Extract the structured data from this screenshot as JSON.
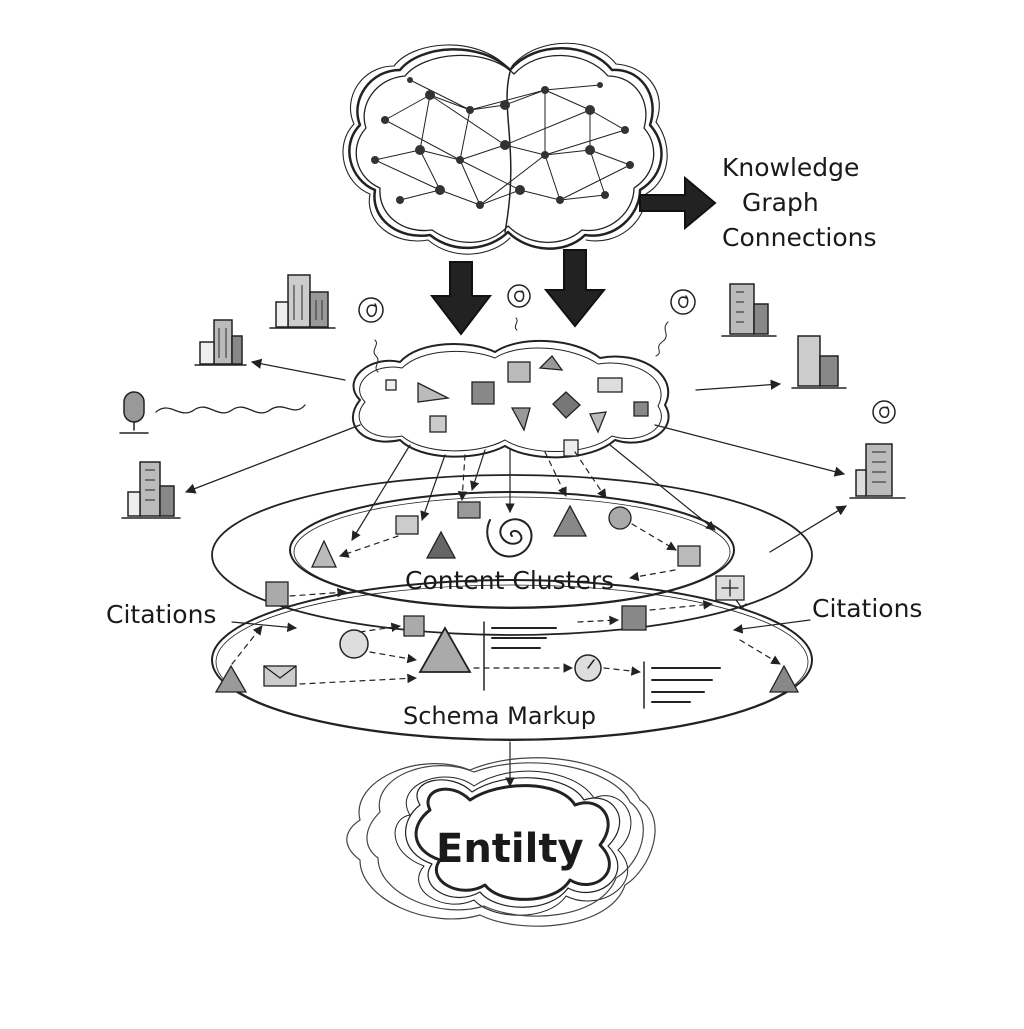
{
  "diagram": {
    "labels": {
      "knowledge_graph": [
        "Knowledge",
        "Graph",
        "Connections"
      ],
      "content_clusters": "Content Clusters",
      "citations_left": "Citations",
      "citations_right": "Citations",
      "schema_markup": "Schema Markup",
      "entity": "Entilty"
    },
    "icons": {
      "brain": "brain-network-icon",
      "arrow": "arrow-right-icon",
      "building": "building-icon",
      "marker": "at-sign-icon",
      "microphone": "microphone-icon",
      "cluster_cloud": "content-cloud-icon",
      "spiral": "spiral-icon"
    },
    "colors": {
      "ink": "#222222",
      "background": "#ffffff"
    }
  }
}
